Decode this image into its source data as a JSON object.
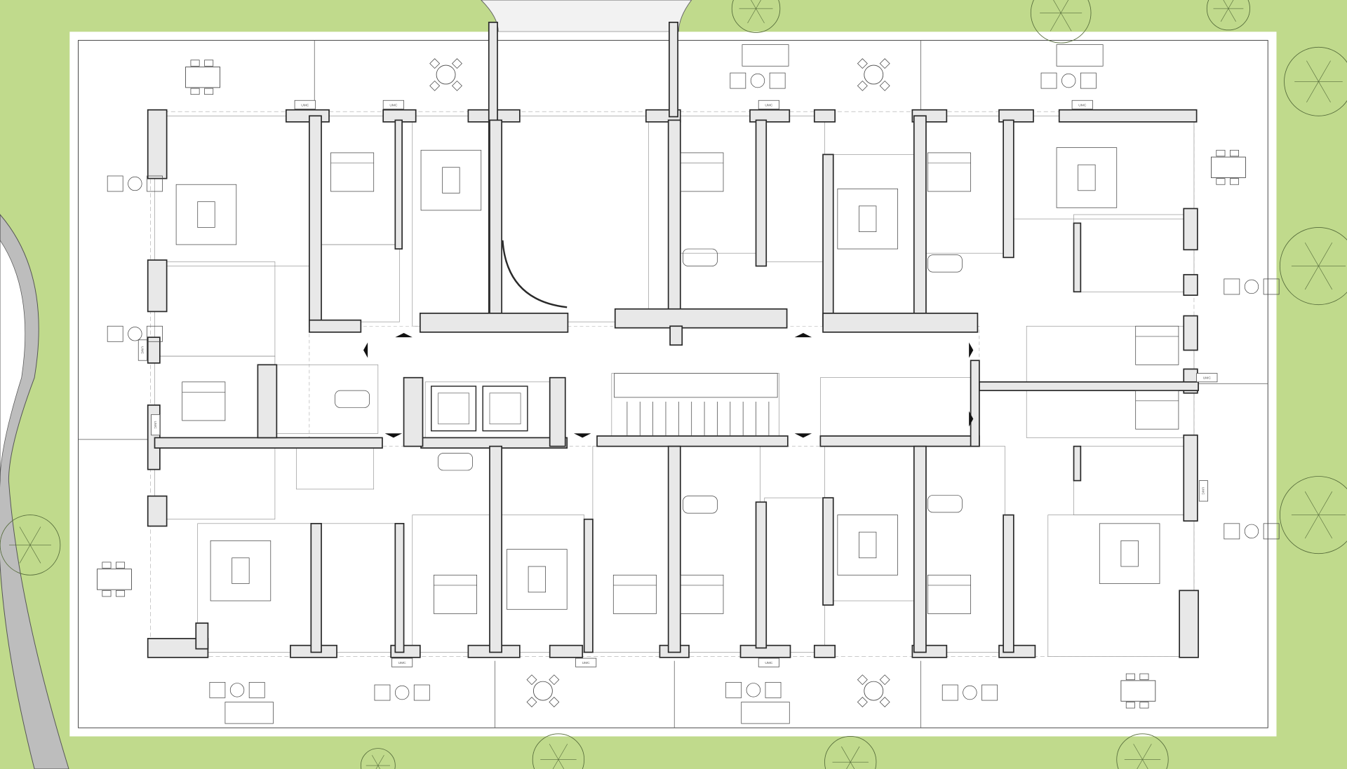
{
  "plan": {
    "meter_labels": [
      "UMC",
      "UMC",
      "UMC",
      "UMC",
      "UMC",
      "UMC",
      "UMC",
      "UMC",
      "UMC",
      "UMC",
      "UMC"
    ]
  },
  "colors": {
    "lawn": "#c0da8c",
    "paving": "#ffffff",
    "wall": "#2a2a2a",
    "path": "#bdbdbd"
  }
}
